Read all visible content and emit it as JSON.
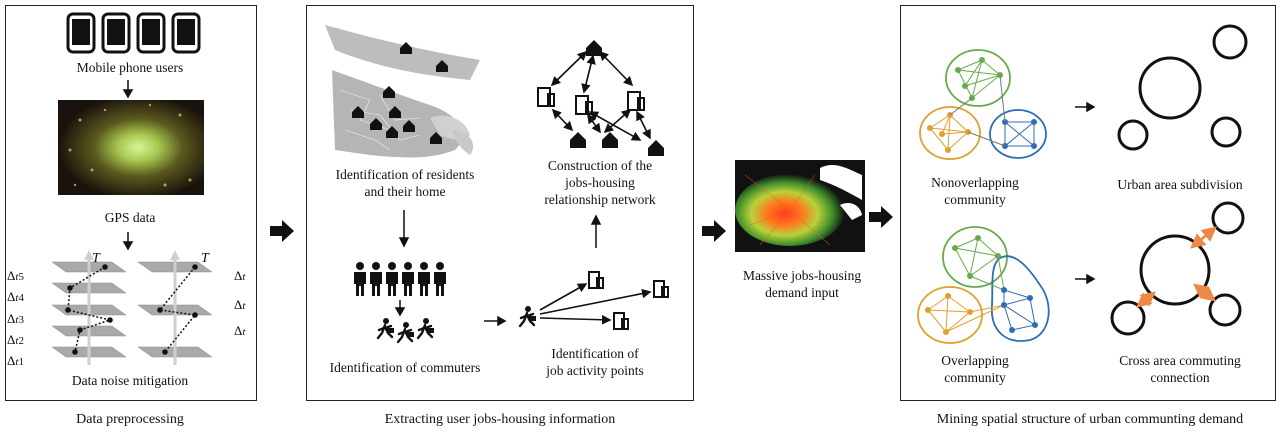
{
  "panel1": {
    "mobile_label": "Mobile phone users",
    "gps_label": "GPS data",
    "noise_label": "Data noise mitigation",
    "time_axis": "T",
    "delta_labels_left": [
      "Δt5",
      "Δt4",
      "Δt3",
      "Δt2",
      "Δt1"
    ],
    "delta_labels_right": [
      "Δt",
      "Δt",
      "Δt"
    ],
    "caption": "Data preprocessing"
  },
  "panel2": {
    "residents_label_line1": "Identification of residents",
    "residents_label_line2": "and their home",
    "commuters_label": "Identification of commuters",
    "network_label_line1": "Construction of the",
    "network_label_line2": "jobs-housing",
    "network_label_line3": "relationship network",
    "job_points_line1": "Identification of",
    "job_points_line2": "job activity points",
    "caption": "Extracting user jobs-housing information"
  },
  "middle": {
    "demand_line1": "Massive jobs-housing",
    "demand_line2": "demand input"
  },
  "panel3": {
    "nonoverlap_line1": "Nonoverlapping",
    "nonoverlap_line2": "community",
    "subdivision_label": "Urban area subdivision",
    "overlap_line1": "Overlapping",
    "overlap_line2": "community",
    "cross_line1": "Cross area commuting",
    "cross_line2": "connection",
    "caption": "Mining spatial structure of urban communting demand"
  },
  "colors": {
    "green": "#6aaa4a",
    "orange": "#e0a030",
    "blue": "#2e6db4",
    "arrow_orange": "#ee8844"
  }
}
